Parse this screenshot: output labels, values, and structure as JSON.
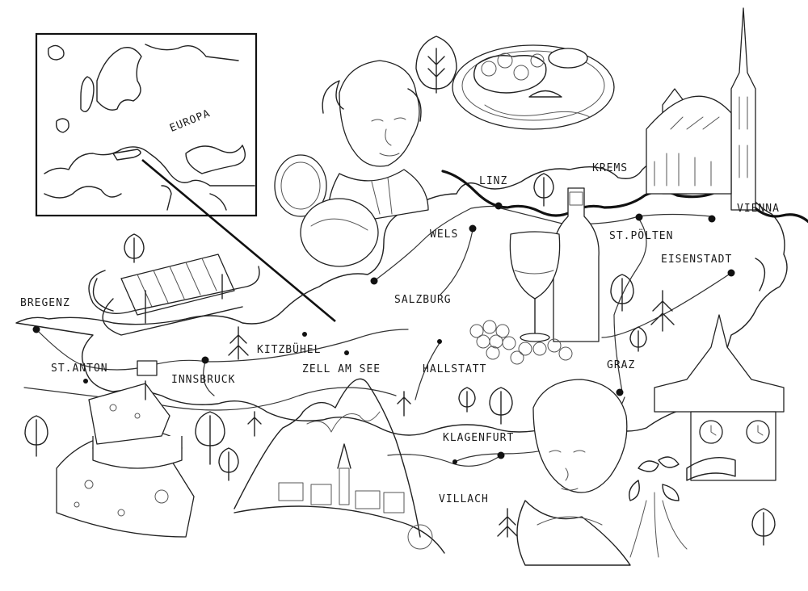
{
  "inset": {
    "label": "EUROPA"
  },
  "cities": [
    {
      "id": "linz",
      "label": "LINZ"
    },
    {
      "id": "krems",
      "label": "KREMS"
    },
    {
      "id": "vienna",
      "label": "VIENNA"
    },
    {
      "id": "wels",
      "label": "WELS"
    },
    {
      "id": "st-polten",
      "label": "ST.PÖLTEN"
    },
    {
      "id": "eisenstadt",
      "label": "EISENSTADT"
    },
    {
      "id": "salzburg",
      "label": "SALZBURG"
    },
    {
      "id": "bregenz",
      "label": "BREGENZ"
    },
    {
      "id": "kitzbuhel",
      "label": "KITZBÜHEL"
    },
    {
      "id": "zell-am-see",
      "label": "ZELL AM SEE"
    },
    {
      "id": "hallstatt",
      "label": "HALLSTATT"
    },
    {
      "id": "st-anton",
      "label": "ST.ANTON"
    },
    {
      "id": "innsbruck",
      "label": "INNSBRUCK"
    },
    {
      "id": "graz",
      "label": "GRAZ"
    },
    {
      "id": "klagenfurt",
      "label": "KLAGENFURT"
    },
    {
      "id": "villach",
      "label": "VILLACH"
    }
  ],
  "illustrations": [
    "mozart-portrait-icon",
    "schnitzel-plate-icon",
    "st-stephens-cathedral-icon",
    "wine-bottle-glass-icon",
    "sled-icon",
    "cheese-icon",
    "alpine-village-icon",
    "graz-clock-tower-icon",
    "dirndl-woman-icon",
    "edelweiss-icon",
    "tree-icon"
  ]
}
